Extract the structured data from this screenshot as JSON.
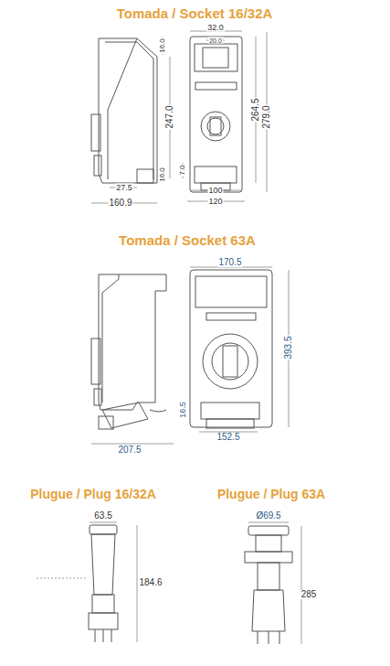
{
  "diagram": {
    "labels": [
      "Tomada / Socket 16/32A",
      "32.0",
      "20.0",
      "16.0",
      "247.0",
      "264.5",
      "279.0",
      "7.0",
      "16.0",
      "27.5",
      "100",
      "120",
      "160.9",
      "Tomada / Socket 63A",
      "170.5",
      "393.5",
      "16.5",
      "152.5",
      "207.5",
      "Plugue / Plug 16/32A",
      "Plugue / Plug 63A",
      "63.5",
      "184.6",
      "Ø69.5",
      "285"
    ]
  }
}
